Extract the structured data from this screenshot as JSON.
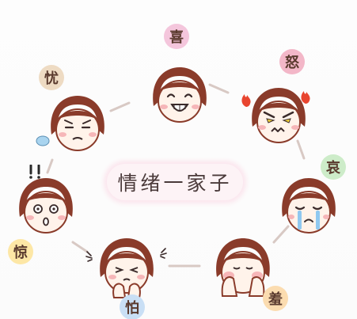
{
  "title": "情绪一家子",
  "emotions": [
    {
      "id": "joy",
      "label": "喜",
      "badge_color": "#f4c6dc"
    },
    {
      "id": "anger",
      "label": "怒",
      "badge_color": "#f3b7c8"
    },
    {
      "id": "sorrow",
      "label": "哀",
      "badge_color": "#cdecc9"
    },
    {
      "id": "shy",
      "label": "羞",
      "badge_color": "#fbdcb0"
    },
    {
      "id": "fear",
      "label": "怕",
      "badge_color": "#c9dff5"
    },
    {
      "id": "surprise",
      "label": "惊",
      "badge_color": "#fde7a6"
    },
    {
      "id": "worry",
      "label": "忧",
      "badge_color": "#eedbc3"
    }
  ],
  "colors": {
    "hair": "#8a3b2a",
    "skin": "#fff3ea",
    "blush": "#f6b6b8",
    "connector": "#d8c9c4"
  }
}
